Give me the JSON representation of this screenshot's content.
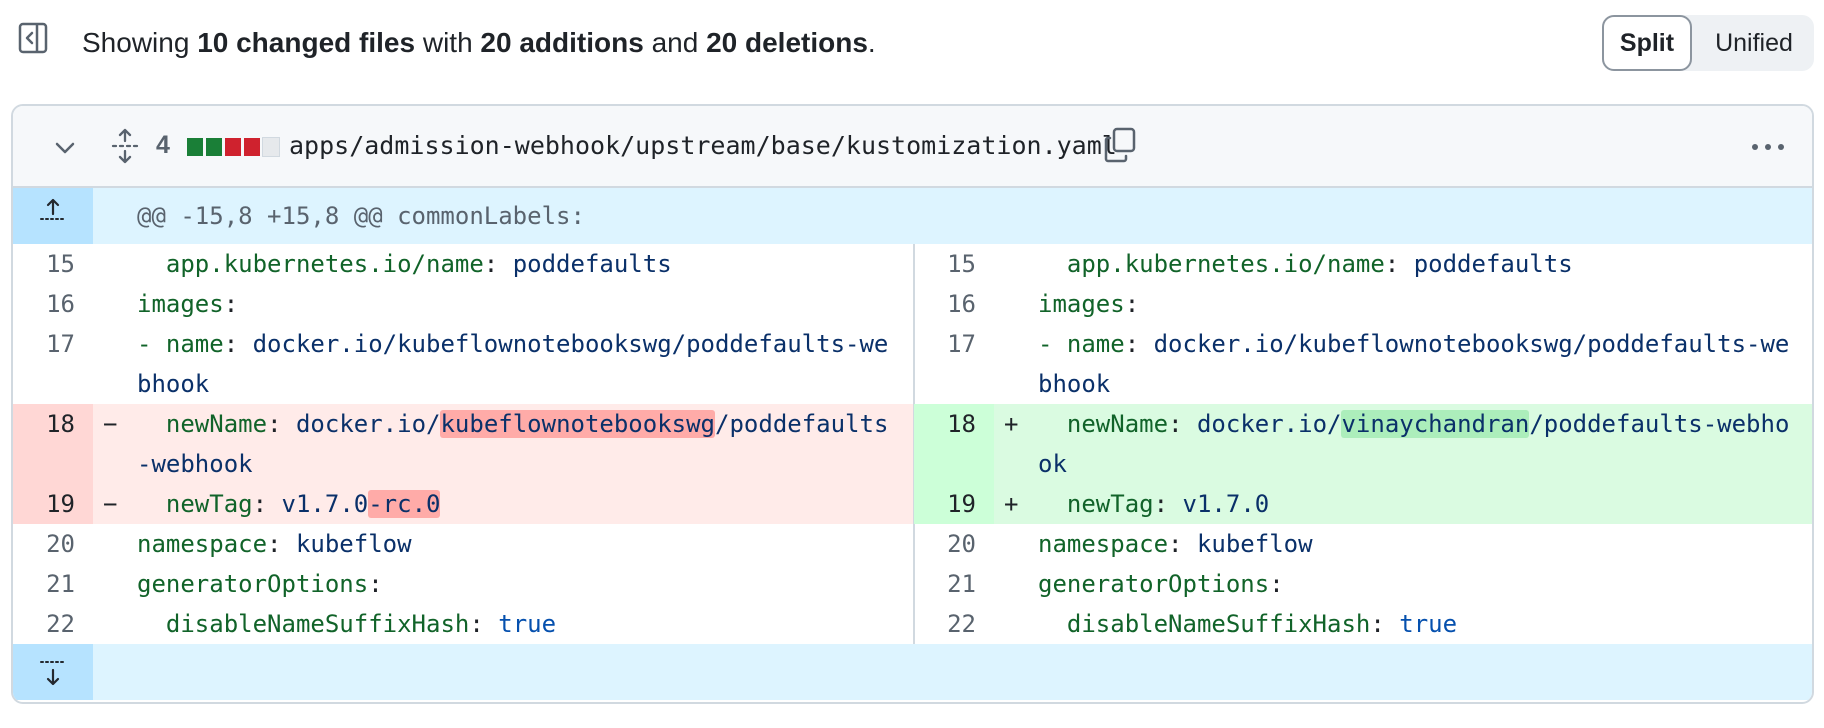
{
  "summary": {
    "prefix": "Showing ",
    "files": "10 changed files",
    "mid1": " with ",
    "additions": "20 additions",
    "mid2": " and ",
    "deletions": "20 deletions",
    "suffix": "."
  },
  "view_toggle": {
    "split": "Split",
    "unified": "Unified",
    "selected": "Split"
  },
  "file": {
    "changes_count": "4",
    "diffstat": [
      "#1a7f37",
      "#1a7f37",
      "#cf222e",
      "#cf222e",
      "#e6e9ec"
    ],
    "path": "apps/admission-webhook/upstream/base/kustomization.yaml",
    "hunk_header": "@@ -15,8 +15,8 @@ commonLabels:"
  },
  "left_lines": [
    {
      "num": "15",
      "type": "ctx",
      "indent": "  ",
      "key": "app.kubernetes.io/name",
      "sep": ": ",
      "val": "poddefaults"
    },
    {
      "num": "16",
      "type": "ctx",
      "indent": "",
      "key": "images",
      "sep": ":",
      "val": ""
    },
    {
      "num": "17",
      "type": "ctx",
      "indent": "",
      "key": "- name",
      "sep": ": ",
      "val": "docker.io/kubeflownotebookswg/poddefaults-webhook"
    },
    {
      "num": "18",
      "type": "del",
      "marker": "−",
      "indent": "  ",
      "key": "newName",
      "sep": ": ",
      "val_pre": "docker.io/",
      "val_hl": "kubeflownotebookswg",
      "val_post": "/poddefaults-webhook"
    },
    {
      "num": "19",
      "type": "del",
      "marker": "−",
      "indent": "  ",
      "key": "newTag",
      "sep": ": ",
      "val_pre": "v1.7.0",
      "val_hl": "-rc.0",
      "val_post": ""
    },
    {
      "num": "20",
      "type": "ctx",
      "indent": "",
      "key": "namespace",
      "sep": ": ",
      "val": "kubeflow"
    },
    {
      "num": "21",
      "type": "ctx",
      "indent": "",
      "key": "generatorOptions",
      "sep": ":",
      "val": ""
    },
    {
      "num": "22",
      "type": "ctx",
      "indent": "  ",
      "key": "disableNameSuffixHash",
      "sep": ": ",
      "val": "true",
      "bool": true
    }
  ],
  "right_lines": [
    {
      "num": "15",
      "type": "ctx",
      "indent": "  ",
      "key": "app.kubernetes.io/name",
      "sep": ": ",
      "val": "poddefaults"
    },
    {
      "num": "16",
      "type": "ctx",
      "indent": "",
      "key": "images",
      "sep": ":",
      "val": ""
    },
    {
      "num": "17",
      "type": "ctx",
      "indent": "",
      "key": "- name",
      "sep": ": ",
      "val": "docker.io/kubeflownotebookswg/poddefaults-webhook"
    },
    {
      "num": "18",
      "type": "add",
      "marker": "+",
      "indent": "  ",
      "key": "newName",
      "sep": ": ",
      "val_pre": "docker.io/",
      "val_hl": "vinaychandran",
      "val_post": "/poddefaults-webhook"
    },
    {
      "num": "19",
      "type": "add",
      "marker": "+",
      "indent": "  ",
      "key": "newTag",
      "sep": ": ",
      "val_pre": "v1.7.0",
      "val_hl": "",
      "val_post": ""
    },
    {
      "num": "20",
      "type": "ctx",
      "indent": "",
      "key": "namespace",
      "sep": ": ",
      "val": "kubeflow"
    },
    {
      "num": "21",
      "type": "ctx",
      "indent": "",
      "key": "generatorOptions",
      "sep": ":",
      "val": ""
    },
    {
      "num": "22",
      "type": "ctx",
      "indent": "  ",
      "key": "disableNameSuffixHash",
      "sep": ": ",
      "val": "true",
      "bool": true
    }
  ]
}
